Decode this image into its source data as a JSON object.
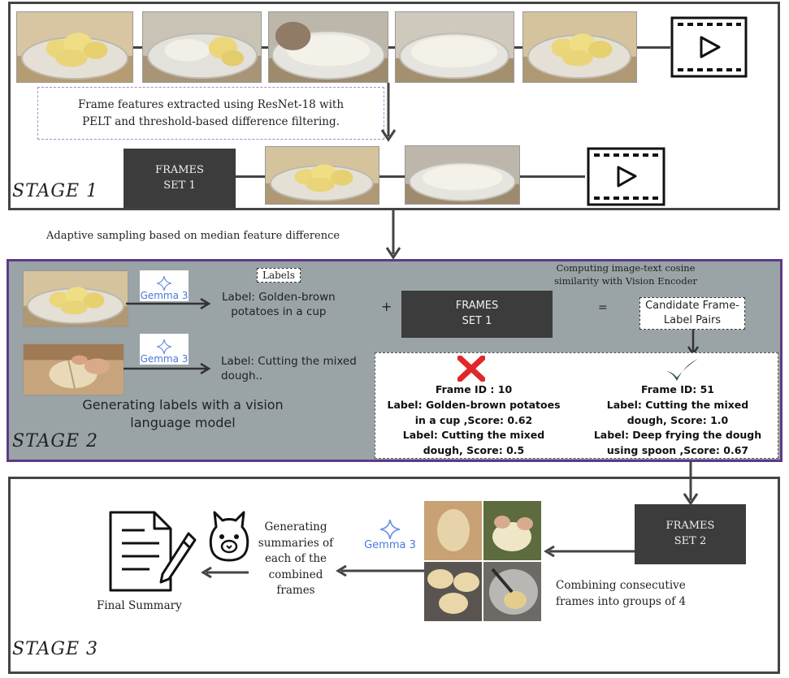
{
  "stage1": {
    "label": "STAGE 1",
    "note_line1": "Frame features extracted using ResNet-18 with",
    "note_line2": "PELT and threshold-based difference filtering.",
    "frames_set_line1": "FRAMES",
    "frames_set_line2": "SET 1"
  },
  "between_1_2": {
    "caption": "Adaptive sampling based on median feature difference"
  },
  "stage2": {
    "label": "STAGE 2",
    "gemma_word": "Gemma 3",
    "labels_tag": "Labels",
    "label_a_line1": "Label: Golden-brown",
    "label_a_line2": "potatoes in a cup",
    "label_b_line1": "Label: Cutting the mixed",
    "label_b_line2": "dough..",
    "plus": "+",
    "equals": "=",
    "frames_set_line1": "FRAMES",
    "frames_set_line2": "SET 1",
    "encoder_line1": "Computing image-text cosine",
    "encoder_line2": "similarity with Vision Encoder",
    "candidate_line1": "Candidate Frame-",
    "candidate_line2": "Label Pairs",
    "vlm_line1": "Generating labels with a vision",
    "vlm_line2": "language model",
    "rejected": {
      "line1": "Frame ID : 10",
      "line2": "Label: Golden-brown potatoes",
      "line3": "in a cup ,Score: 0.62",
      "line4": "Label: Cutting the mixed",
      "line5": "dough, Score: 0.5"
    },
    "accepted": {
      "line1": "Frame ID: 51",
      "line2": "Label: Cutting the mixed",
      "line3": "dough, Score: 1.0",
      "line4": "Label: Deep frying the dough",
      "line5": "using spoon ,Score: 0.67"
    }
  },
  "stage3": {
    "label": "STAGE 3",
    "frames_set_line1": "FRAMES",
    "frames_set_line2": "SET 2",
    "combine_line1": "Combining consecutive",
    "combine_line2": "frames into groups of 4",
    "gemma_word": "Gemma 3",
    "summary_line1": "Generating",
    "summary_line2": "summaries of",
    "summary_line3": "each of the",
    "summary_line4": "combined",
    "summary_line5": "frames",
    "final_summary": "Final Summary"
  },
  "colors": {
    "stage_border": "#444444",
    "stage2_border": "#5e3a86",
    "stage2_fill": "#9aa3a6",
    "dark_box": "#3c3c3c",
    "reject_red": "#e0282b",
    "accept_green": "#2f4f33",
    "gemma_blue": "#4a78d8"
  }
}
